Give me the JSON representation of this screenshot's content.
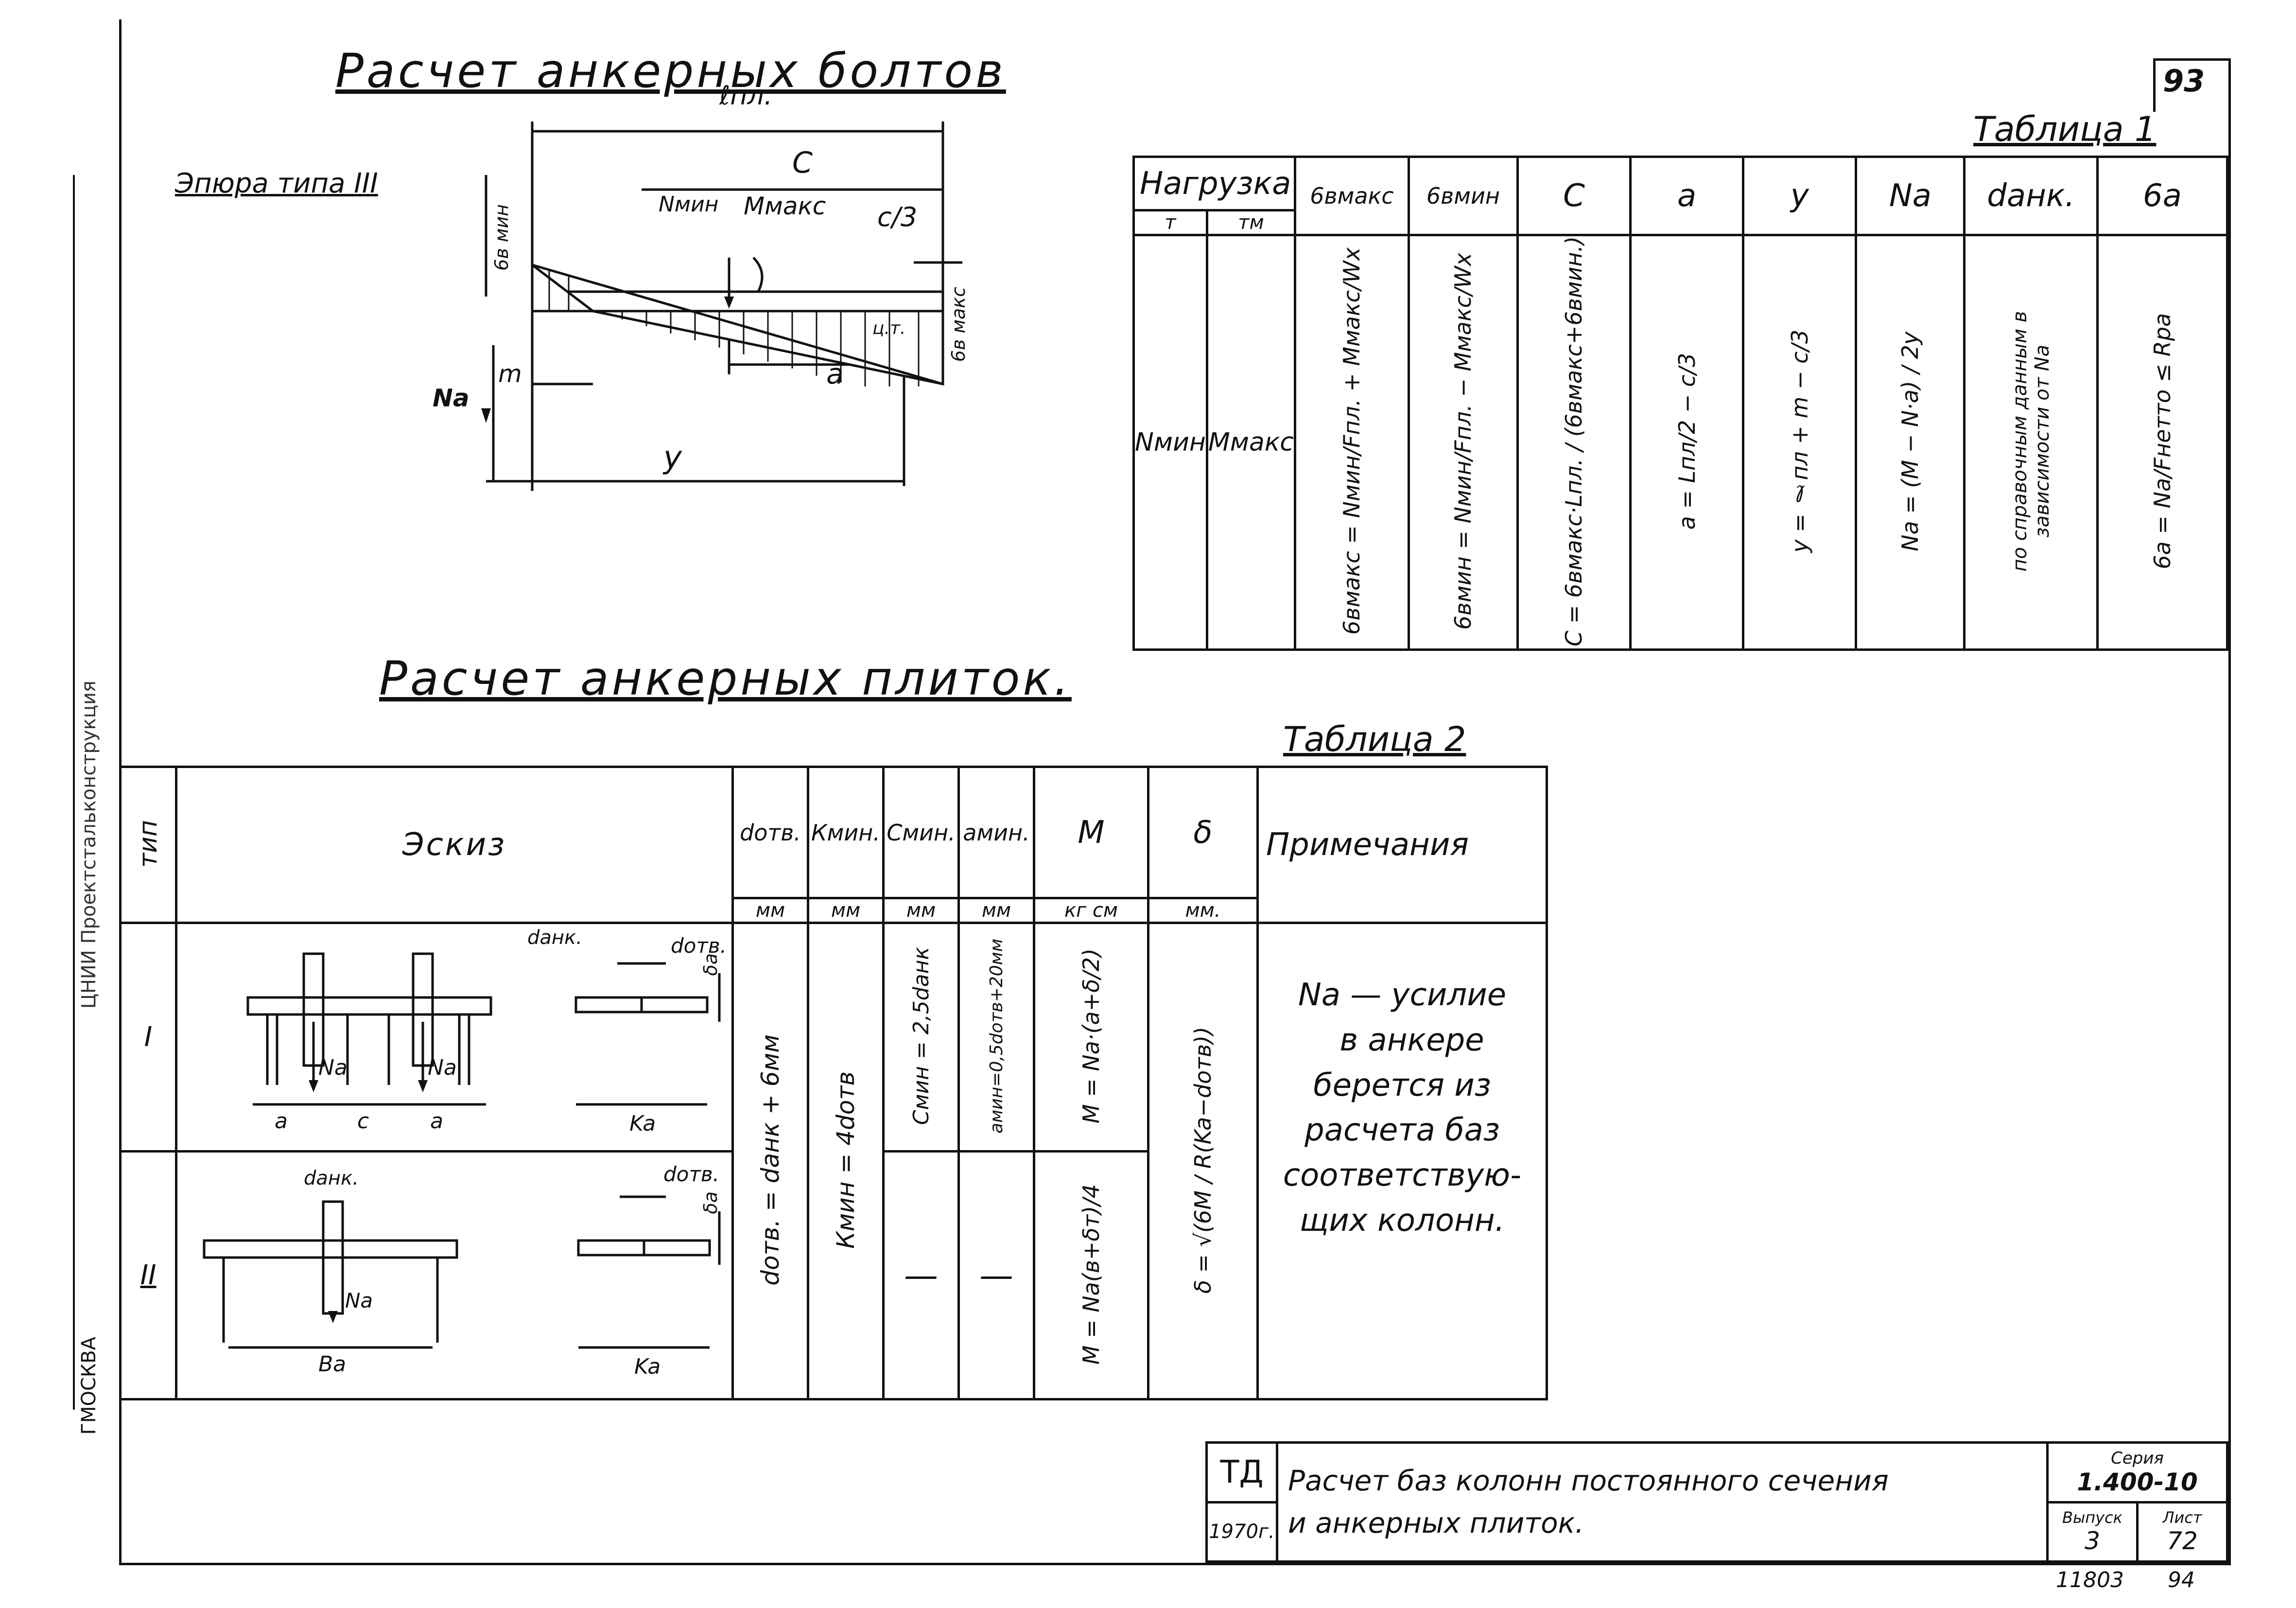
{
  "sheet": {
    "page_number": "93",
    "side_labels": [
      "ГМОСКВА",
      "ЦНИИ Проектстальконструкция"
    ]
  },
  "section1": {
    "title": "Расчет анкерных болтов",
    "epure_label": "Эпюра типа III",
    "diagram_labels": {
      "l_pl": "ℓпл.",
      "c": "C",
      "c_third": "c/3",
      "n_min": "Nмин",
      "m_max": "Ммакс",
      "sigma_min": "6в мин",
      "sigma_max": "6в макс",
      "m": "m",
      "na": "Na",
      "a": "a",
      "y": "y",
      "ct": "ц.т."
    },
    "table_caption": "Таблица 1",
    "table1": {
      "header": {
        "load": "Нагрузка",
        "load_t": "т",
        "load_tm": "тм",
        "cols": [
          "6вмакс",
          "6вмин",
          "C",
          "a",
          "y",
          "Na",
          "dанк.",
          "6a"
        ]
      },
      "row": {
        "n_min": "Nмин",
        "m_max": "Ммакс",
        "formulas": [
          "6вмакс = Nмин/Fпл. + Ммакс/Wx",
          "6вмин = Nмин/Fпл. − Ммакс/Wx",
          "C = 6вмакс·Lпл. / (6вмакс+6вмин.)",
          "a = Lпл/2 − c/3",
          "y = ℓпл + m − c/3",
          "Na = (M − N·a) / 2y",
          "по справочным данным в зависимости от Na",
          "6a = Na/Fнетто ≤ Rpa"
        ]
      }
    }
  },
  "section2": {
    "title": "Расчет анкерных плиток.",
    "table_caption": "Таблица 2",
    "table2": {
      "header": {
        "type": "тип",
        "sketch": "Эскиз",
        "cols": [
          "dотв.",
          "Кмин.",
          "Смин.",
          "aмин.",
          "М",
          "δ"
        ],
        "units": [
          "мм",
          "мм",
          "мм",
          "мм",
          "кг см",
          "мм."
        ],
        "notes": "Примечания"
      },
      "rows": [
        {
          "type": "I",
          "m": "M = Na·(a+δ/2)",
          "c_min": "Смин = 2,5dанк",
          "a_min": "aмин=0,5dотв+20мм"
        },
        {
          "type": "II",
          "m": "M = Na(в+δт)/4",
          "c_min": "—",
          "a_min": "—"
        }
      ],
      "shared": {
        "d_otv": "dотв. = dанк + 6мм",
        "k_min": "Кмин = 4dотв",
        "delta": "δ = √(6M / R(Ka−dотв))"
      },
      "sketch_labels": {
        "d_ank": "dанк.",
        "d_otv": "dотв.",
        "delta_a": "δa",
        "na": "Na",
        "a": "a",
        "c": "c",
        "ka": "Ka",
        "ba": "Ba"
      },
      "note_lines": [
        "Na — усилие",
        "в анкере",
        "берется из",
        "расчета баз",
        "соответствую-",
        "щих колонн."
      ]
    }
  },
  "stamp": {
    "org": "ТД",
    "year": "1970г.",
    "title_line1": "Расчет баз колонн постоянного сечения",
    "title_line2": "и анкерных плиток.",
    "series_label": "Серия",
    "series": "1.400-10",
    "issue_label": "Выпуск",
    "issue": "3",
    "sheet_label": "Лист",
    "sheet": "72",
    "bottom_codes": [
      "11803",
      "94"
    ]
  }
}
